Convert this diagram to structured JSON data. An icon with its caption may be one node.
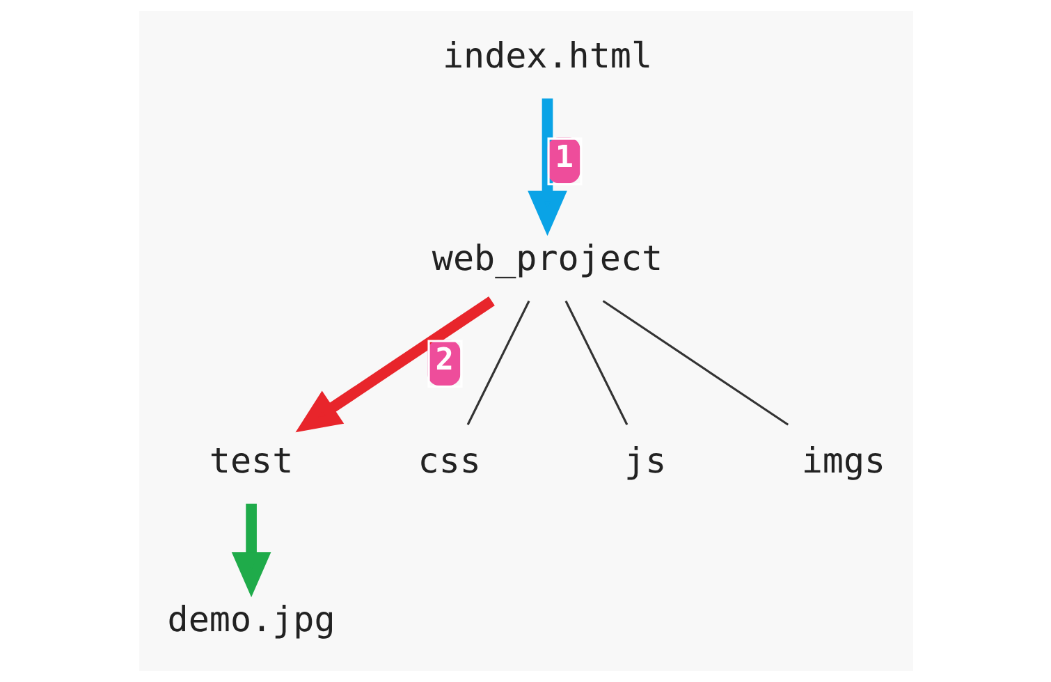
{
  "diagram": {
    "nodes": [
      {
        "text": [
          "test"
        ]
      },
      {
        "text": [
          "web_project"
        ]
      },
      {
        "text": [
          "css"
        ]
      },
      {
        "text": [
          "js"
        ]
      },
      {
        "text": [
          "imgs"
        ]
      },
      {
        "text": [
          "index.html"
        ]
      },
      {
        "text": [
          "demo.jpg"
        ]
      }
    ],
    "edges": [
      {
        "from": 1,
        "to": 2,
        "arrow": "none"
      },
      {
        "from": 1,
        "to": 3,
        "arrow": "none"
      },
      {
        "from": 1,
        "to": 4,
        "arrow": "none"
      },
      {
        "from": 5,
        "to": 1,
        "arrow": "to",
        "label": "1",
        "style": "thick",
        "color": "#0aa3e6"
      },
      {
        "from": 1,
        "to": 0,
        "arrow": "to",
        "label": "2",
        "style": "thick",
        "color": "#e8252b"
      },
      {
        "from": 0,
        "to": 6,
        "arrow": "to",
        "style": "thick",
        "color": "#1fab4a"
      }
    ]
  }
}
